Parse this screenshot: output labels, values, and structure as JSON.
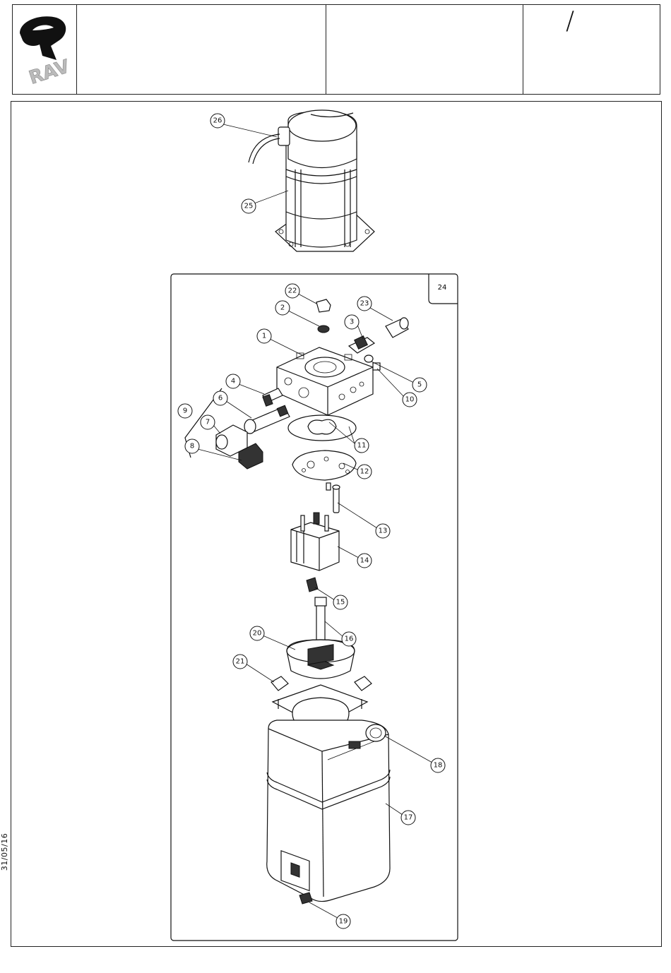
{
  "header": {
    "logo_text": "RAV",
    "page_marker": "/"
  },
  "diagram": {
    "group_box_label": "24",
    "callouts": [
      "1",
      "2",
      "3",
      "4",
      "5",
      "6",
      "7",
      "8",
      "9",
      "10",
      "11",
      "12",
      "13",
      "14",
      "15",
      "16",
      "17",
      "18",
      "19",
      "20",
      "21",
      "22",
      "23",
      "25",
      "26"
    ]
  },
  "footer": {
    "date": "31/05/16"
  }
}
